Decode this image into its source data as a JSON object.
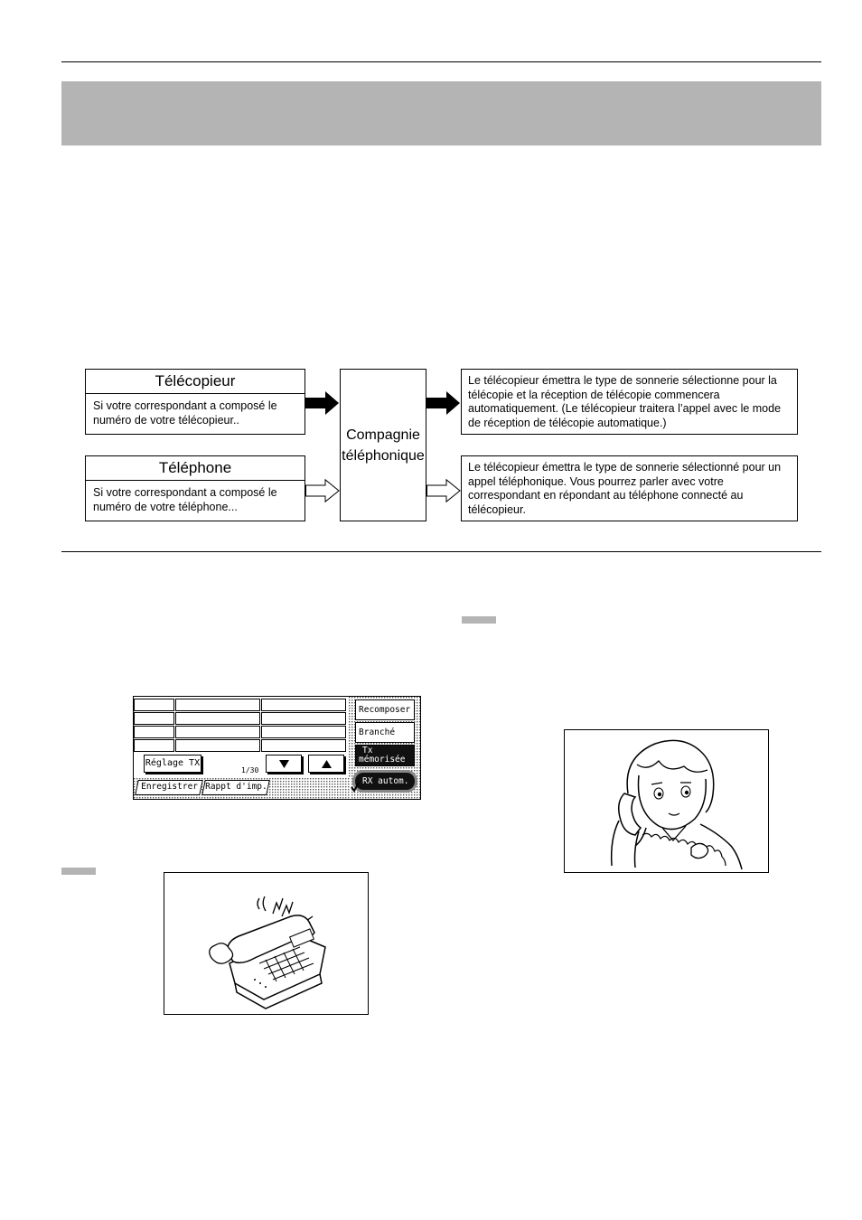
{
  "diagram": {
    "fax": {
      "title": "Télécopieur",
      "body": "Si votre correspondant a composé le numéro de votre télécopieur.."
    },
    "phone": {
      "title": "Téléphone",
      "body": "Si votre correspondant a composé le numéro de votre téléphone..."
    },
    "center": {
      "line1": "Compagnie",
      "line2": "téléphonique"
    },
    "fax_result": "Le télécopieur émettra le type de sonnerie sélectionne pour la télécopie et la réception de télécopie commencera automatiquement. (Le télécopieur traitera l’appel avec le mode de réception de télécopie automatique.)",
    "phone_result": "Le télécopieur émettra le type de sonnerie sélectionné pour un appel téléphonique. Vous pourrez parler avec votre correspondant en répondant au téléphone connecté au télécopieur."
  },
  "panel": {
    "buttons": {
      "recompose": "Recomposer",
      "branche": "Branché",
      "tx_line1": "Tx",
      "tx_line2": "mémorisée",
      "rx": "RX autom."
    },
    "reglage": "Réglage TX",
    "page_counter": "1/30",
    "tabs": {
      "enregistrer": "Enregistrer",
      "rappt": "Rappt d'imp."
    },
    "icons": {
      "down": "triangle-down-icon",
      "up": "triangle-up-icon"
    }
  },
  "colors": {
    "banner": "#b4b4b4",
    "dark_button": "#111111"
  }
}
